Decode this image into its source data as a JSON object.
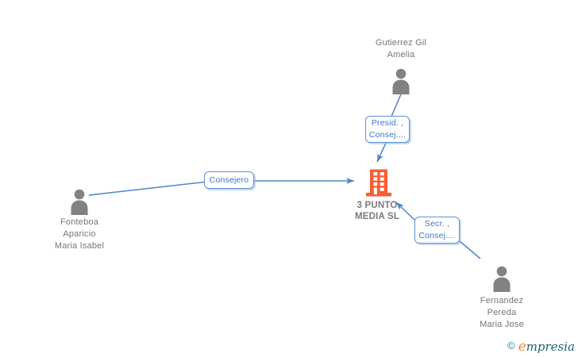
{
  "diagram": {
    "company": {
      "name": "3 PUNTO MEDIA SL",
      "name_display": "3 PUNTO\nMEDIA SL"
    },
    "people": [
      {
        "name": "Gutierrez Gil\nAmelia"
      },
      {
        "name": "Fonteboa\nAparicio\nMaria Isabel"
      },
      {
        "name": "Fernandez\nPereda\nMaria Jose"
      }
    ],
    "relations": [
      {
        "label": "Presid. ,\nConsej...."
      },
      {
        "label": "Consejero"
      },
      {
        "label": "Secr. ,\nConsej...."
      }
    ],
    "colors": {
      "connector": "#4a86c8",
      "relation_text": "#3b76c5",
      "relation_border": "#5b92d4",
      "person_icon": "#828282",
      "person_text": "#757575",
      "company_text": "#7a7a7a",
      "building": "#f95d30",
      "brand_teal": "#1a6275",
      "brand_orange": "#f0872a"
    }
  },
  "footer": {
    "copyright_symbol": "©",
    "brand_initial": "e",
    "brand_rest": "mpresia"
  }
}
